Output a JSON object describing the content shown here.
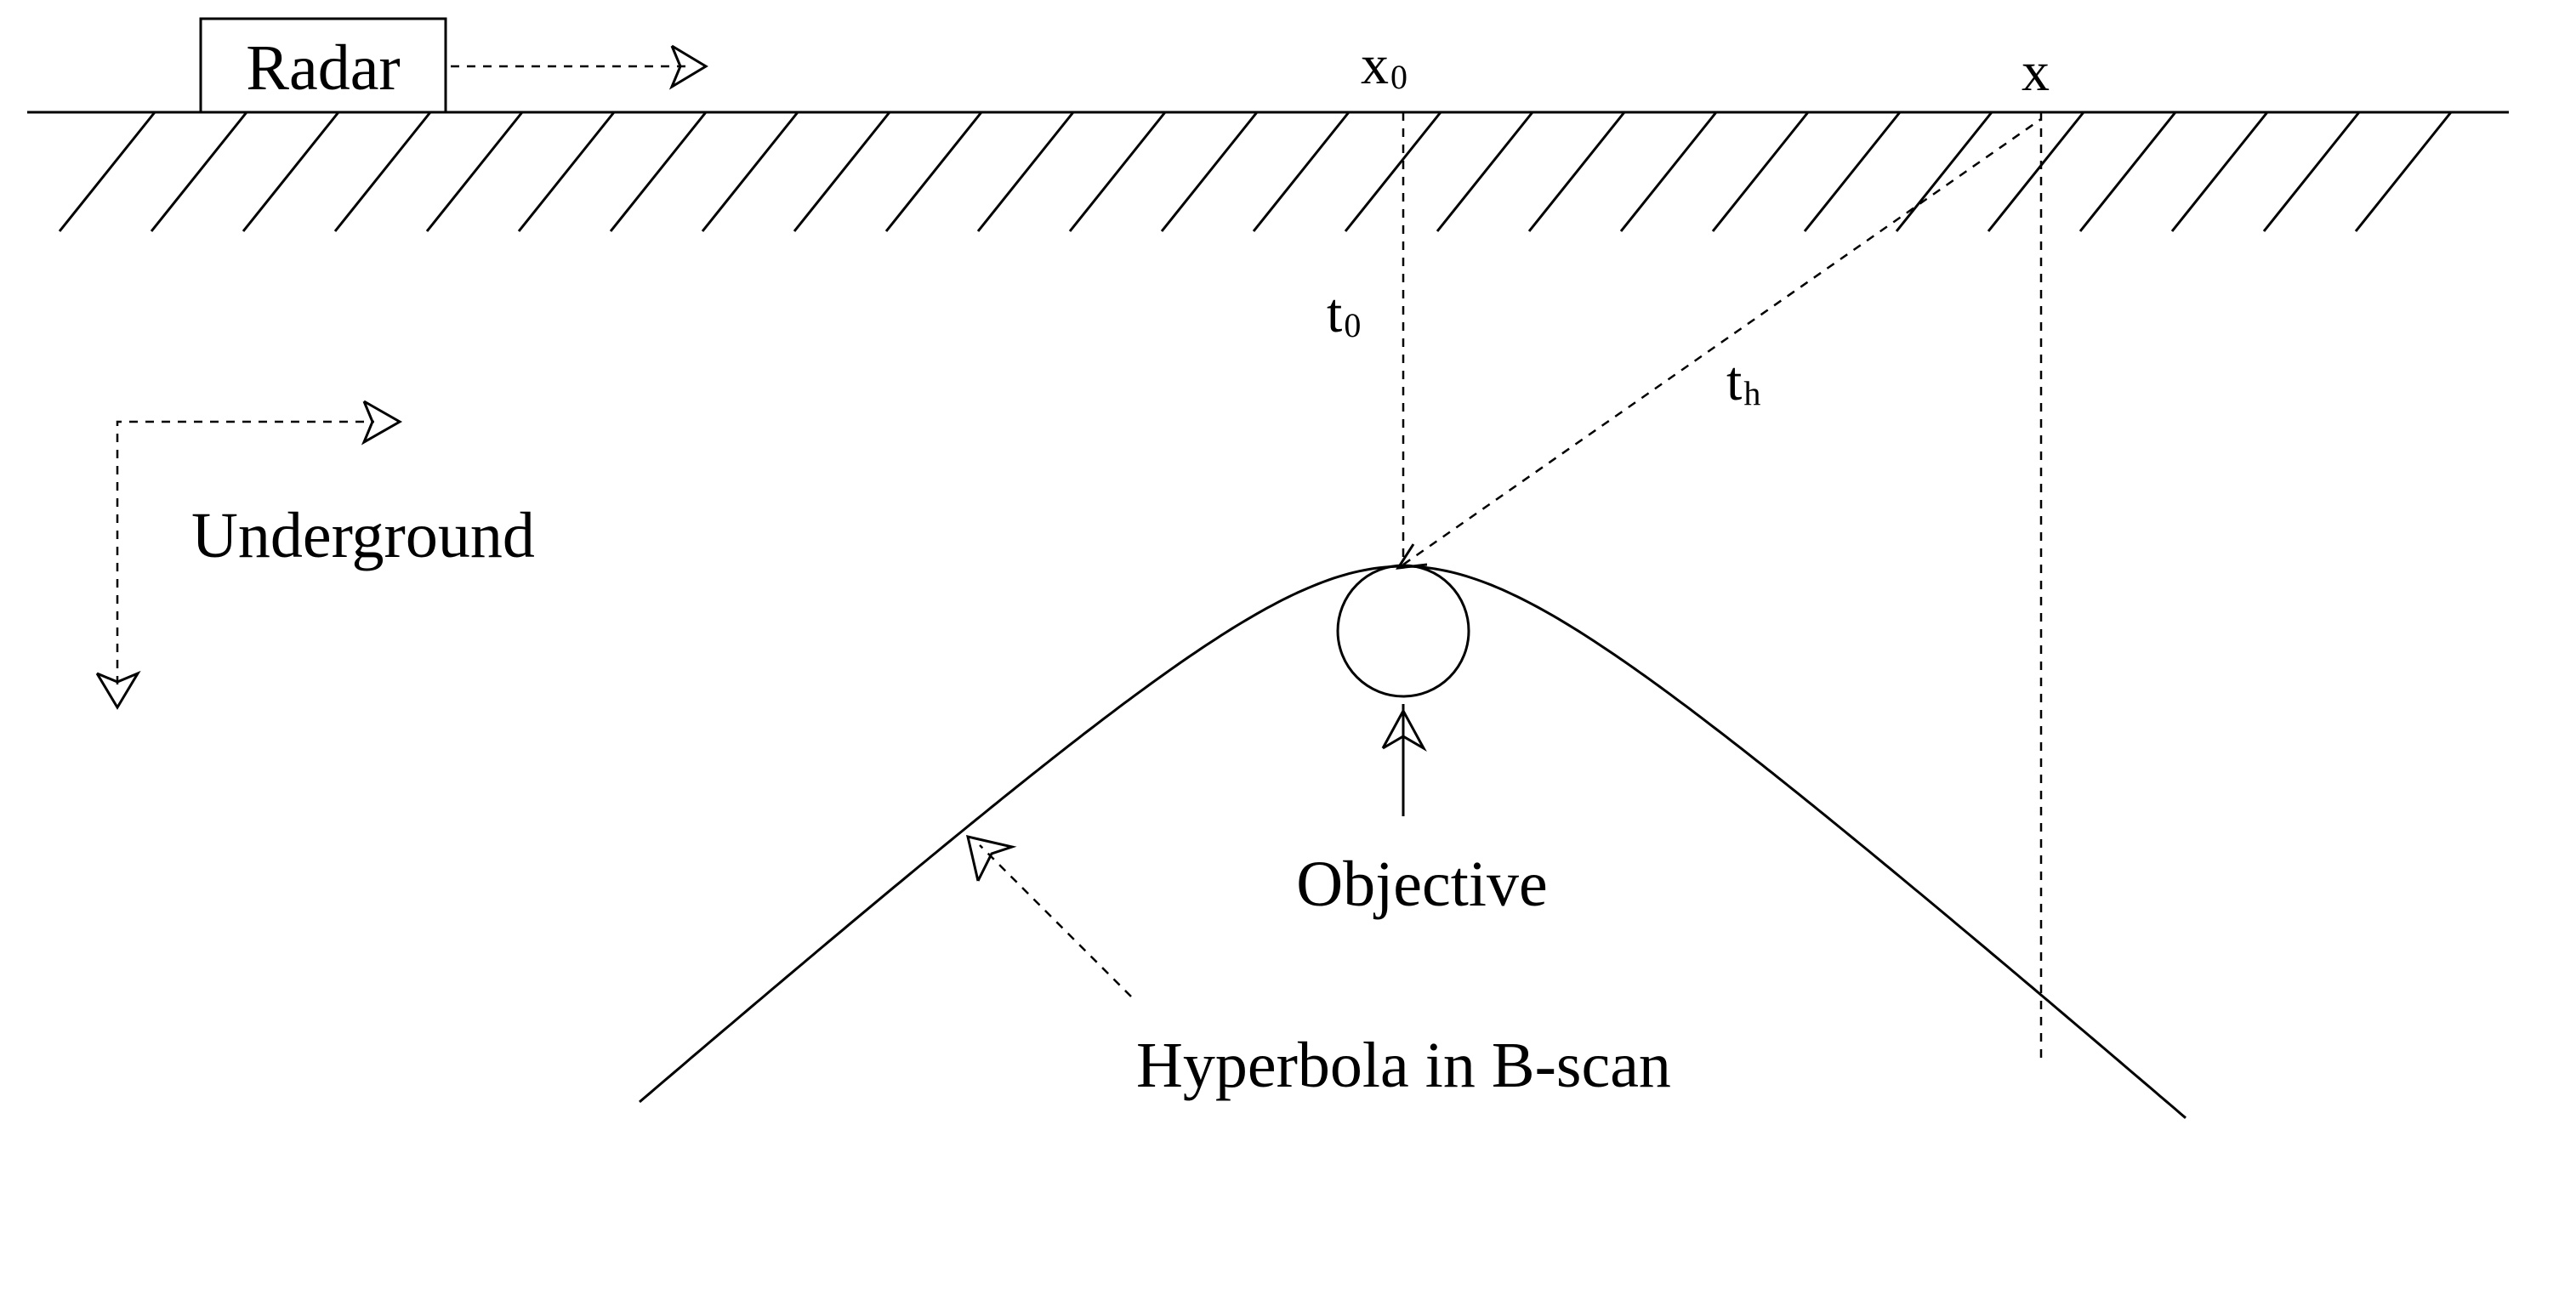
{
  "labels": {
    "radar": "Radar",
    "x0_main": "x",
    "x0_sub": "0",
    "x": "x",
    "t0_main": "t",
    "t0_sub": "0",
    "th_main": "t",
    "th_sub": "h",
    "underground": "Underground",
    "objective": "Objective",
    "hyperbola": "Hyperbola in B-scan"
  }
}
